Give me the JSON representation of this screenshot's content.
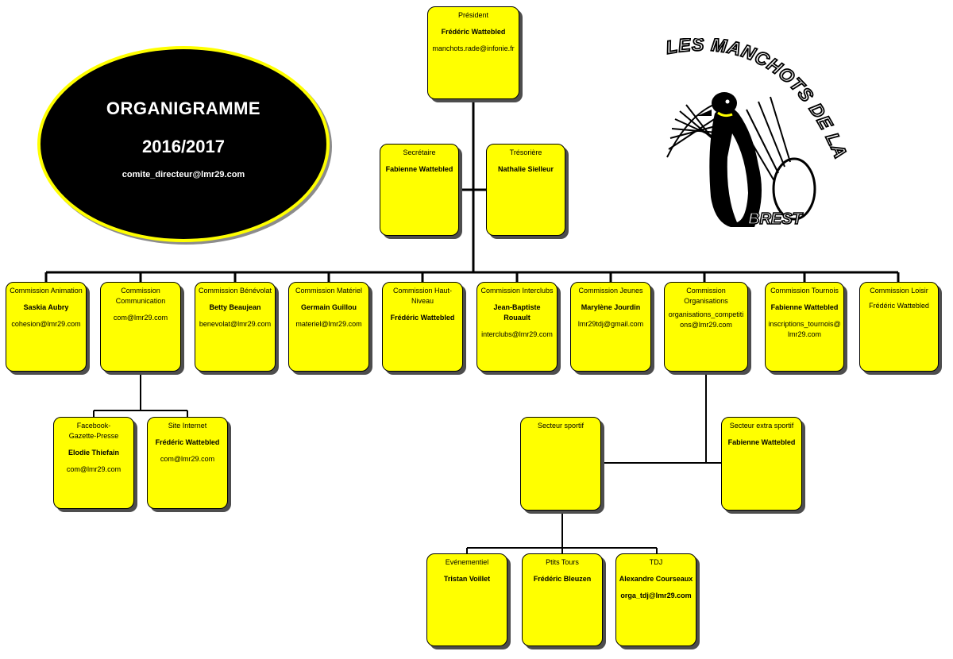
{
  "title": {
    "heading": "ORGANIGRAMME",
    "season": "2016/2017",
    "email": "comite_directeur@lmr29.com"
  },
  "logo": {
    "text": "LES MANCHOTS DE LA RADE",
    "city": "BREST"
  },
  "colors": {
    "box": "#ffff00",
    "ellipse": "#000000",
    "ellipse_border": "#ffff00"
  },
  "president": {
    "role": "Président",
    "name": "Frédéric Wattebled",
    "email": "manchots.rade@infonie.fr"
  },
  "secretaire": {
    "role": "Secrétaire",
    "name": "Fabienne Wattebled"
  },
  "tresoriere": {
    "role": "Trésorière",
    "name": "Nathalie Sielleur"
  },
  "commissions": [
    {
      "role": "Commission Animation",
      "name": "Saskia Aubry",
      "email": "cohesion@lmr29.com"
    },
    {
      "role": "Commission Communication",
      "name": "",
      "email": "com@lmr29.com"
    },
    {
      "role": "Commission Bénévolat",
      "name": "Betty Beaujean",
      "email": "benevolat@lmr29.com"
    },
    {
      "role": "Commission Matériel",
      "name": "Germain Guillou",
      "email": "materiel@lmr29.com"
    },
    {
      "role": "Commission Haut-Niveau",
      "name": "Frédéric Wattebled",
      "email": ""
    },
    {
      "role": "Commission Interclubs",
      "name": "Jean-Baptiste Rouault",
      "email": "interclubs@lmr29.com"
    },
    {
      "role": "Commission Jeunes",
      "name": "Marylène Jourdin",
      "email": "lmr29tdj@gmail.com"
    },
    {
      "role": "Commission Organisations",
      "name": "",
      "email": "organisations_competitions@lmr29.com"
    },
    {
      "role": "Commission Tournois",
      "name": "Fabienne Wattebled",
      "email": "inscriptions_tournois@lmr29.com"
    },
    {
      "role": "Commission Loisir",
      "name": "Frédéric  Wattebled",
      "email": ""
    }
  ],
  "communication_subs": [
    {
      "role": "Facebook-Gazette-Presse",
      "name": "Elodie Thiefain",
      "email": "com@lmr29.com"
    },
    {
      "role": "Site Internet",
      "name": "Frédéric Wattebled",
      "email": "com@lmr29.com"
    }
  ],
  "organisation_subs": [
    {
      "role": "Secteur sportif",
      "name": "",
      "email": ""
    },
    {
      "role": "Secteur extra sportif",
      "name": "Fabienne Wattebled",
      "email": ""
    }
  ],
  "sportif_subs": [
    {
      "role": "Evénementiel",
      "name": "Tristan Voillet",
      "email": ""
    },
    {
      "role": "Ptits Tours",
      "name": "Frédéric Bleuzen",
      "email": ""
    },
    {
      "role": "TDJ",
      "name": "Alexandre Courseaux",
      "email": "orga_tdj@lmr29.com"
    }
  ]
}
